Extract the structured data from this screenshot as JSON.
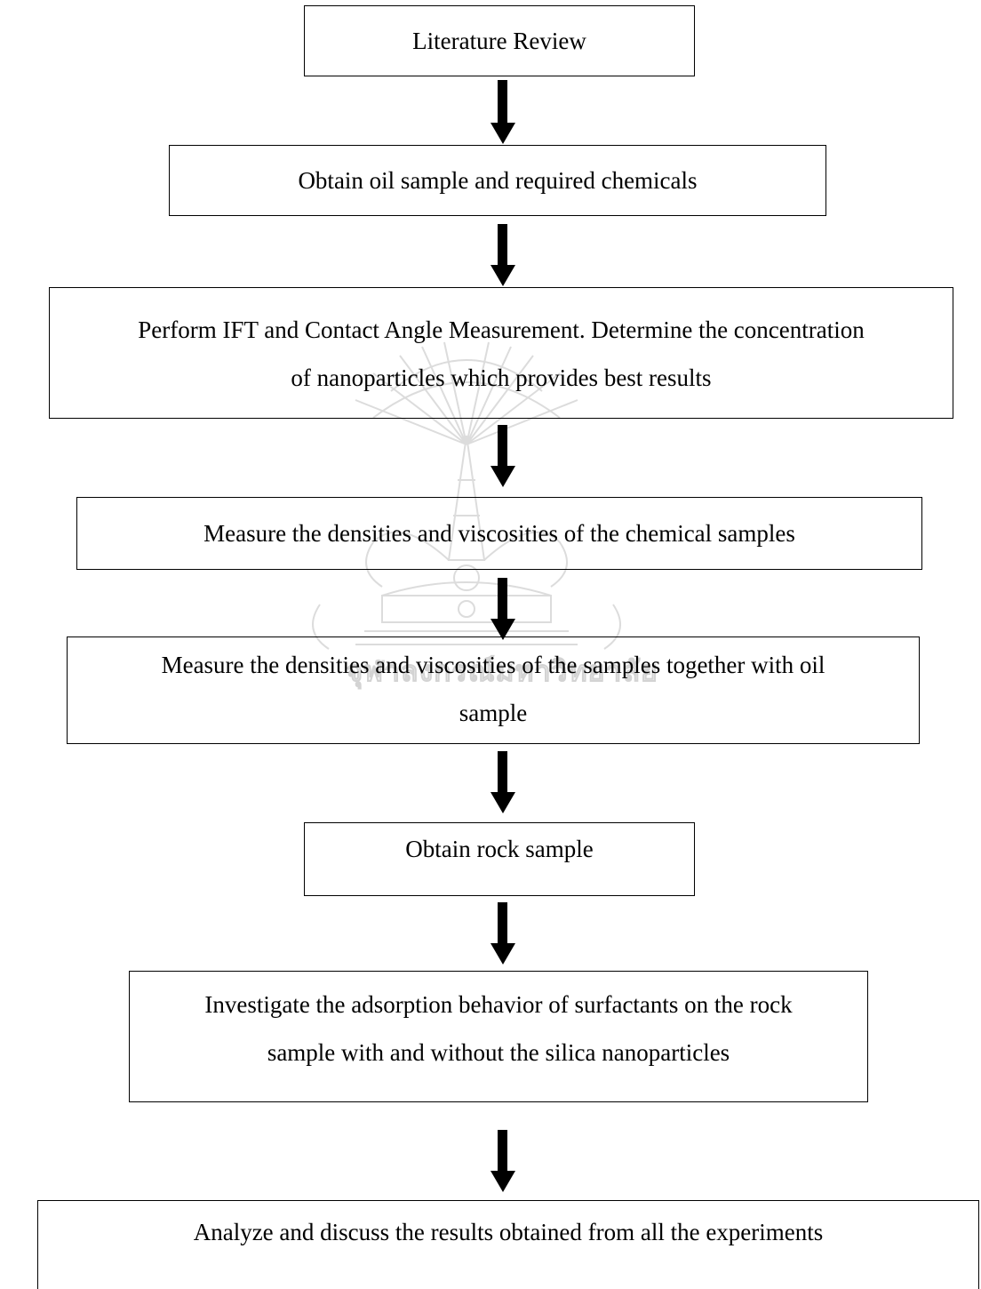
{
  "flowchart": {
    "steps": [
      {
        "lines": [
          "Literature Review"
        ]
      },
      {
        "lines": [
          "Obtain oil sample and required chemicals"
        ]
      },
      {
        "lines": [
          "Perform IFT and Contact Angle Measurement. Determine the concentration",
          "of nanoparticles which provides best results"
        ]
      },
      {
        "lines": [
          "Measure the densities and viscosities of the chemical samples"
        ]
      },
      {
        "lines": [
          "Measure the densities and viscosities of the samples together with oil",
          "sample"
        ]
      },
      {
        "lines": [
          "Obtain rock sample"
        ]
      },
      {
        "lines": [
          "Investigate the adsorption behavior of surfactants on the rock",
          "sample with and without the silica nanoparticles"
        ]
      },
      {
        "lines": [
          "Analyze and discuss the results obtained from all the experiments"
        ]
      }
    ]
  },
  "watermark": {
    "text": "จุฬาลงกรณ์มหาวิทยาลัย",
    "type": "university seal"
  },
  "colors": {
    "line": "#000000",
    "background": "#ffffff",
    "watermark": "#d3d3d3"
  }
}
